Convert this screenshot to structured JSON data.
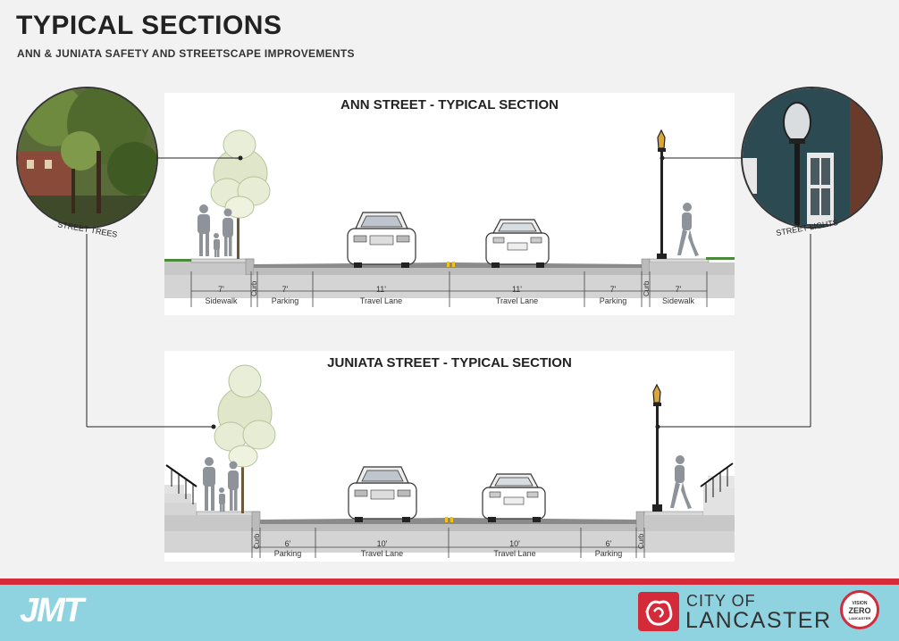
{
  "header": {
    "title": "TYPICAL SECTIONS",
    "subtitle": "ANN & JUNIATA SAFETY AND STREETSCAPE IMPROVEMENTS"
  },
  "ann": {
    "title": "ANN STREET - TYPICAL SECTION",
    "curb_left": "Curb",
    "curb_right": "Curb",
    "segments": [
      {
        "width": "7'",
        "label": "Sidewalk"
      },
      {
        "width": "7'",
        "label": "Parking"
      },
      {
        "width": "11'",
        "label": "Travel Lane"
      },
      {
        "width": "11'",
        "label": "Travel Lane"
      },
      {
        "width": "7'",
        "label": "Parking"
      },
      {
        "width": "7'",
        "label": "Sidewalk"
      }
    ]
  },
  "juniata": {
    "title": "JUNIATA STREET - TYPICAL SECTION",
    "curb_left": "Curb",
    "curb_right": "Curb",
    "segments": [
      {
        "width": "6'",
        "label": "Parking"
      },
      {
        "width": "10'",
        "label": "Travel Lane"
      },
      {
        "width": "10'",
        "label": "Travel Lane"
      },
      {
        "width": "6'",
        "label": "Parking"
      }
    ]
  },
  "callouts": {
    "trees": "STREET TREES",
    "lights": "STREET LIGHTS"
  },
  "footer": {
    "jmt_logo": "JMT",
    "city_of": "CITY OF",
    "city_name": "LANCASTER",
    "vz_top": "VISION",
    "vz_mid": "ZERO",
    "vz_bottom": "LANCASTER"
  },
  "colors": {
    "accent_red": "#d42a39",
    "footer_blue": "#8fd3e0",
    "road": "#8a8a8a",
    "centerline": "#f2c21b"
  }
}
